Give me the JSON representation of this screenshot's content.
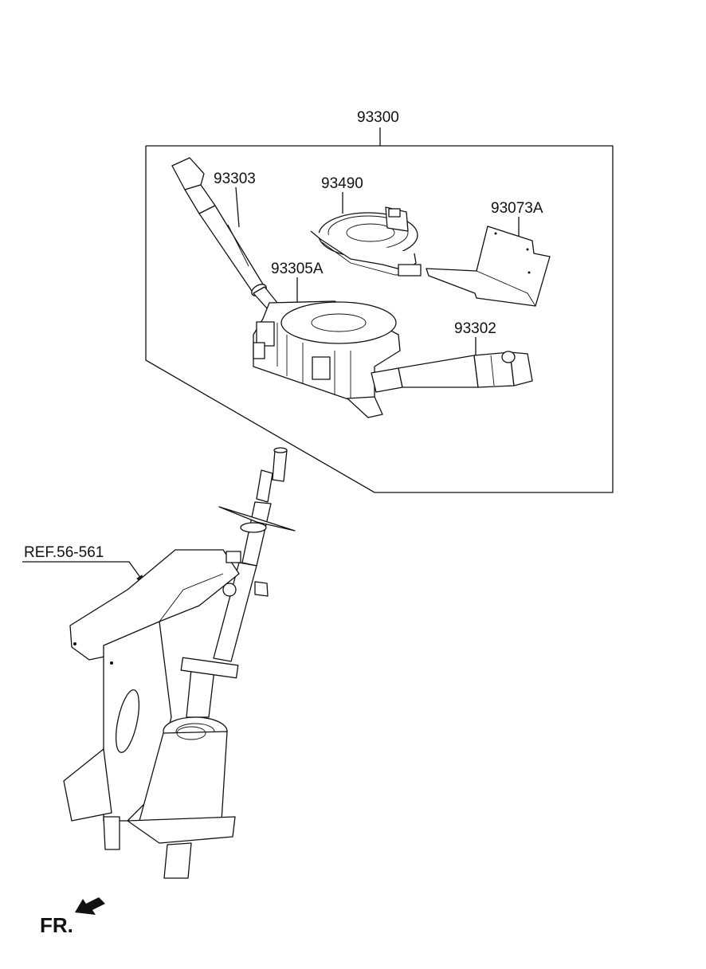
{
  "labels": {
    "assembly": "93300",
    "lever_left": "93303",
    "clock_spring": "93490",
    "cover": "93073A",
    "switch_body": "93305A",
    "lever_right": "93302",
    "reference": "REF.56-561",
    "front": "FR."
  },
  "icons": {
    "front_arrow": "arrow-down-left-icon"
  },
  "colors": {
    "line": "#111111",
    "background": "#ffffff"
  }
}
